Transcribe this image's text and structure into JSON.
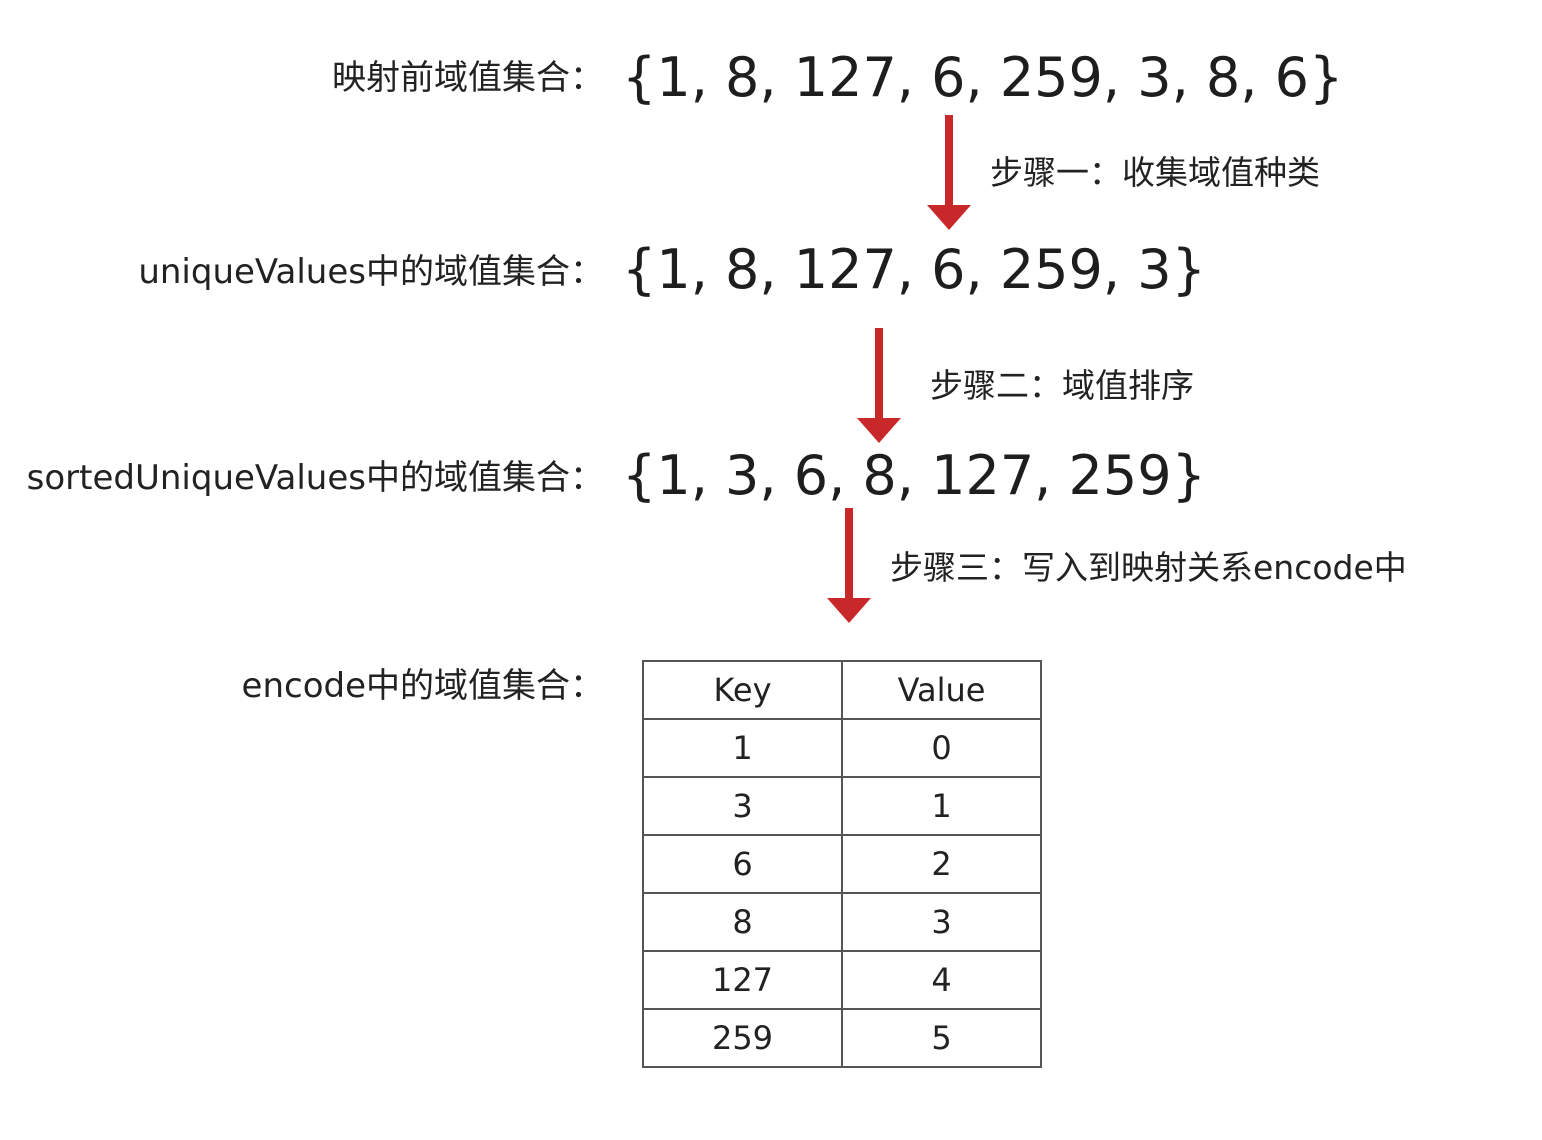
{
  "stage1": {
    "label": "映射前域值集合：",
    "value": "{1, 8, 127, 6, 259, 3, 8, 6}"
  },
  "step1": {
    "label": "步骤一：收集域值种类"
  },
  "stage2": {
    "label": "uniqueValues中的域值集合：",
    "value": "{1, 8, 127, 6, 259, 3}"
  },
  "step2": {
    "label": "步骤二：域值排序"
  },
  "stage3": {
    "label": "sortedUniqueValues中的域值集合：",
    "value": "{1, 3, 6, 8, 127, 259}"
  },
  "step3": {
    "label": "步骤三：写入到映射关系encode中"
  },
  "encode": {
    "label": "encode中的域值集合：",
    "columns": [
      "Key",
      "Value"
    ],
    "rows": [
      [
        "1",
        "0"
      ],
      [
        "3",
        "1"
      ],
      [
        "6",
        "2"
      ],
      [
        "8",
        "3"
      ],
      [
        "127",
        "4"
      ],
      [
        "259",
        "5"
      ]
    ]
  },
  "colors": {
    "arrow": "#c8282a",
    "text": "#222222",
    "table_border": "#555555"
  },
  "icons": {
    "arrow": "arrow-down-icon"
  }
}
